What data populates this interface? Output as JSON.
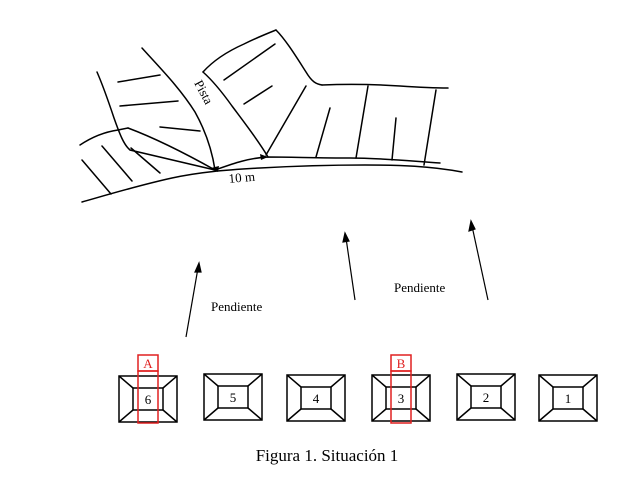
{
  "diagram": {
    "track_label": "Pista",
    "width_label": "10 m",
    "slope_labels": [
      "Pendiente",
      "Pendiente"
    ],
    "markers": [
      {
        "label": "A",
        "color": "#e02020"
      },
      {
        "label": "B",
        "color": "#e02020"
      }
    ],
    "pits": [
      {
        "number": "6"
      },
      {
        "number": "5"
      },
      {
        "number": "4"
      },
      {
        "number": "3"
      },
      {
        "number": "2"
      },
      {
        "number": "1"
      }
    ],
    "caption": "Figura 1. Situación 1"
  },
  "colors": {
    "ink": "#000000",
    "marker": "#e02020",
    "background": "#ffffff"
  }
}
